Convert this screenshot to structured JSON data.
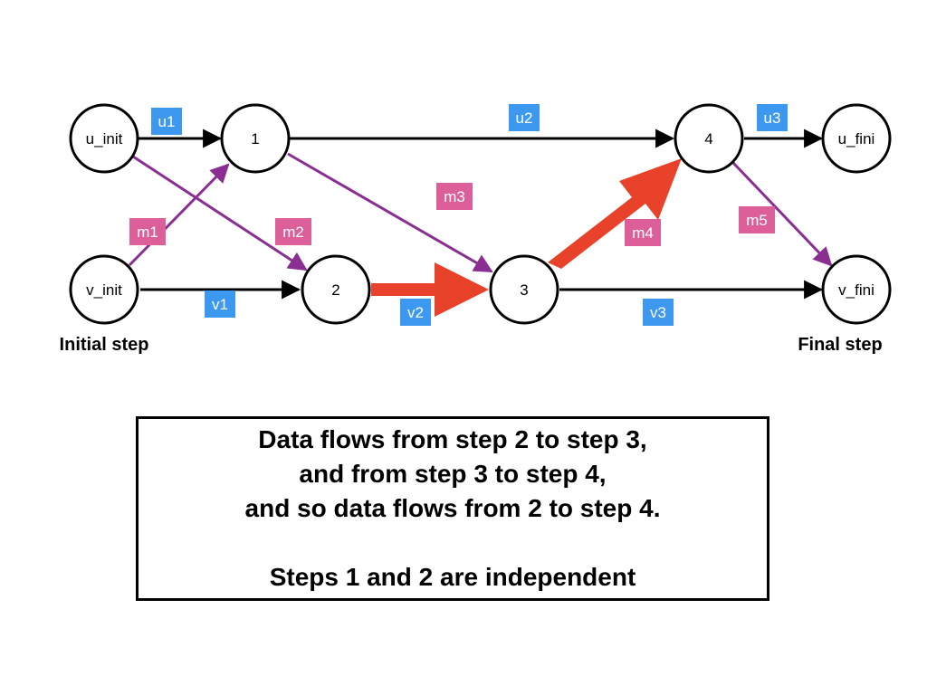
{
  "colors": {
    "blue_label": "#3d99f0",
    "pink_label": "#dd5f9a",
    "purple_edge": "#8a2f91",
    "red_flow": "#e8432a",
    "black": "#000000"
  },
  "nodes": {
    "u_init": "u_init",
    "n1": "1",
    "n4": "4",
    "u_fini": "u_fini",
    "v_init": "v_init",
    "n2": "2",
    "n3": "3",
    "v_fini": "v_fini"
  },
  "edge_labels": {
    "u1": "u1",
    "u2": "u2",
    "u3": "u3",
    "v1": "v1",
    "v2": "v2",
    "v3": "v3",
    "m1": "m1",
    "m2": "m2",
    "m3": "m3",
    "m4": "m4",
    "m5": "m5"
  },
  "captions": {
    "initial": "Initial step",
    "final": "Final step"
  },
  "note": {
    "line1": "Data flows from step 2 to step 3,",
    "line2": "and from step 3 to step 4,",
    "line3": "and so data flows from 2 to step 4.",
    "line4": "Steps 1 and 2 are independent"
  }
}
